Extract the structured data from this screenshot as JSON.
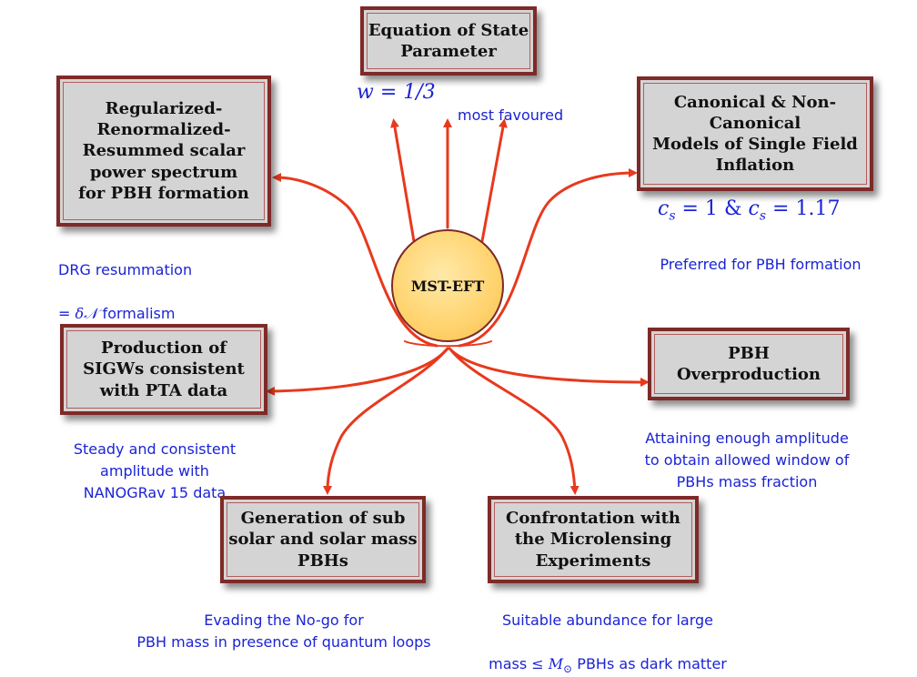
{
  "center": {
    "label": "MST-EFT"
  },
  "nodes": {
    "eos": {
      "title": "Equation of State\nParameter"
    },
    "regularized": {
      "title": "Regularized-\nRenormalized-\nResummed scalar\npower spectrum\nfor PBH formation"
    },
    "canonical": {
      "title": "Canonical & Non-\nCanonical\nModels of Single Field\nInflation"
    },
    "sigw": {
      "title": "Production of\nSIGWs consistent\nwith PTA data"
    },
    "overproduction": {
      "title": "PBH\nOverproduction"
    },
    "subsolar": {
      "title": "Generation of sub\nsolar and solar mass\nPBHs"
    },
    "microlensing": {
      "title": "Confrontation with\nthe Microlensing\nExperiments"
    }
  },
  "notes": {
    "eos_value": "w = 1/3",
    "eos_note": "most favoured",
    "drg_line1": "DRG resummation",
    "drg_line2_prefix": "= ",
    "drg_symbol": "δ𝒩",
    "drg_line2_suffix": " formalism",
    "cs_eq1": "c",
    "cs_sub": "s",
    "cs_eq_val1": " = 1 ",
    "cs_amp": "&",
    "cs_eq2": " c",
    "cs_sub2": "s",
    "cs_eq_val2": " = 1.17",
    "cs_note": "Preferred for PBH formation",
    "sigw_note": "Steady and consistent\namplitude with\nNANOGRav 15 data",
    "overproduction_note": "Attaining enough amplitude\nto obtain allowed window of\nPBHs mass fraction",
    "subsolar_note": "Evading the No-go for\nPBH mass in presence of quantum  loops",
    "micro_note_line1": "Suitable abundance for large",
    "micro_note_prefix": "mass ",
    "micro_note_leq": "≤ M",
    "micro_note_sub": "⊙",
    "micro_note_suffix": " PBHs as dark matter"
  },
  "colors": {
    "arrow": "#e8391d",
    "box_border": "#7e2a28",
    "box_fill": "#d4d4d4",
    "note_text": "#1a23d6",
    "center_fill": "#ffd36e"
  }
}
